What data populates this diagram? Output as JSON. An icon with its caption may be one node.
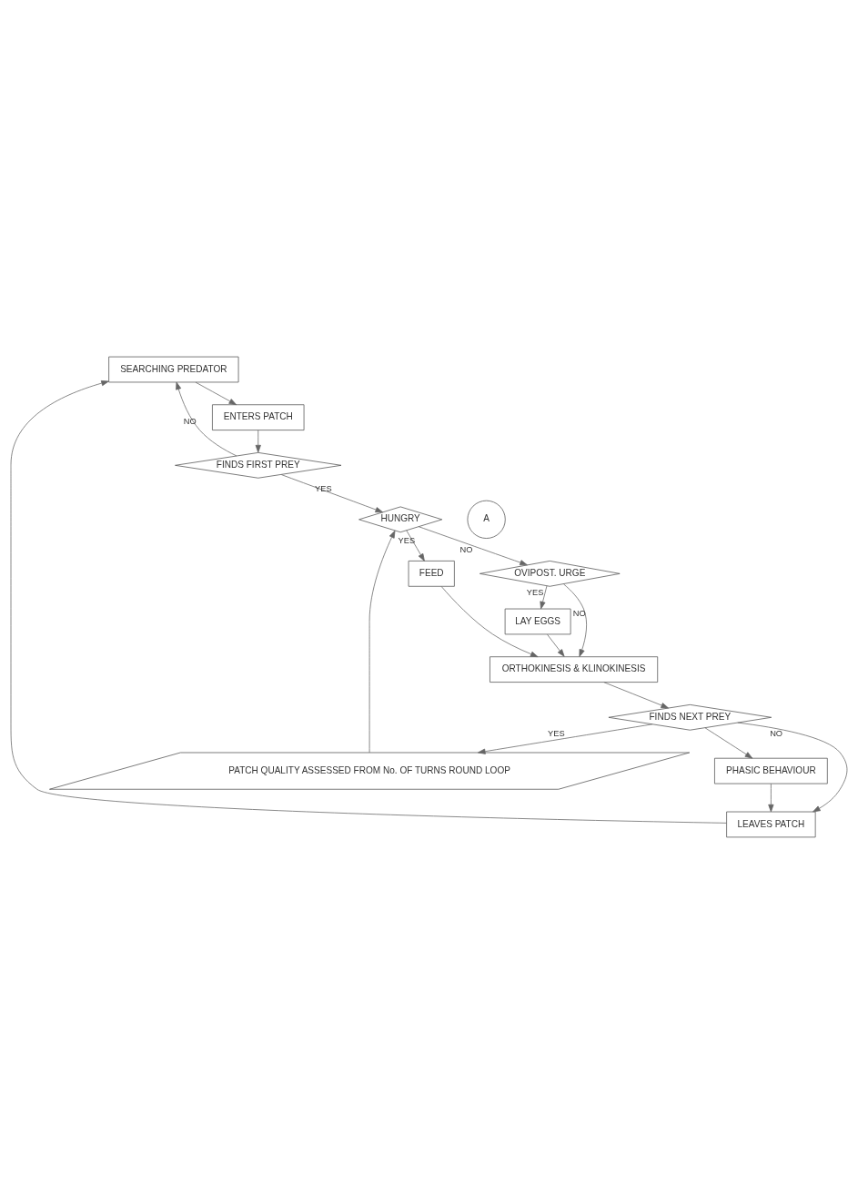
{
  "diagram": {
    "nodes": [
      {
        "text": [
          "SEARCHING PREDATOR"
        ]
      },
      {
        "text": [
          "ENTERS PATCH"
        ]
      },
      {
        "text": [
          "FINDS FIRST PREY"
        ]
      },
      {
        "text": [
          "HUNGRY"
        ]
      },
      {
        "text": [
          "A"
        ]
      },
      {
        "text": [
          "FEED"
        ]
      },
      {
        "text": [
          "OVIPOST. URGE"
        ]
      },
      {
        "text": [
          "LAY EGGS"
        ]
      },
      {
        "text": [
          "ORTHOKINESIS & KLINOKINESIS"
        ]
      },
      {
        "text": [
          "PATCH QUALITY ASSESSED FROM No. OF TURNS ROUND LOOP"
        ]
      },
      {
        "text": [
          "FINDS NEXT PREY"
        ]
      },
      {
        "text": [
          "PHASIC BEHAVIOUR"
        ]
      },
      {
        "text": [
          "LEAVES PATCH"
        ]
      }
    ],
    "edges": [
      {
        "from": 0,
        "to": 1,
        "arrow": "to"
      },
      {
        "from": 1,
        "to": 2,
        "arrow": "to"
      },
      {
        "from": 2,
        "to": 0,
        "arrow": "to",
        "label": "NO"
      },
      {
        "from": 2,
        "to": 3,
        "arrow": "to",
        "label": "YES"
      },
      {
        "from": 3,
        "to": 5,
        "arrow": "to",
        "label": "YES"
      },
      {
        "from": 3,
        "to": 6,
        "arrow": "to",
        "label": "NO"
      },
      {
        "from": 6,
        "to": 7,
        "arrow": "to",
        "label": "YES"
      },
      {
        "from": 6,
        "to": 8,
        "arrow": "to",
        "label": "NO"
      },
      {
        "from": 5,
        "to": 8,
        "arrow": "to"
      },
      {
        "from": 7,
        "to": 8,
        "arrow": "to"
      },
      {
        "from": 8,
        "to": 10,
        "arrow": "to"
      },
      {
        "from": 10,
        "to": 9,
        "arrow": "to",
        "label": "YES"
      },
      {
        "from": 9,
        "to": 3,
        "arrow": "to"
      },
      {
        "from": 10,
        "to": 11,
        "arrow": "to"
      },
      {
        "from": 10,
        "to": 12,
        "arrow": "to",
        "label": "NO"
      },
      {
        "from": 11,
        "to": 12,
        "arrow": "to"
      },
      {
        "from": 12,
        "to": 0,
        "arrow": "to"
      }
    ]
  }
}
